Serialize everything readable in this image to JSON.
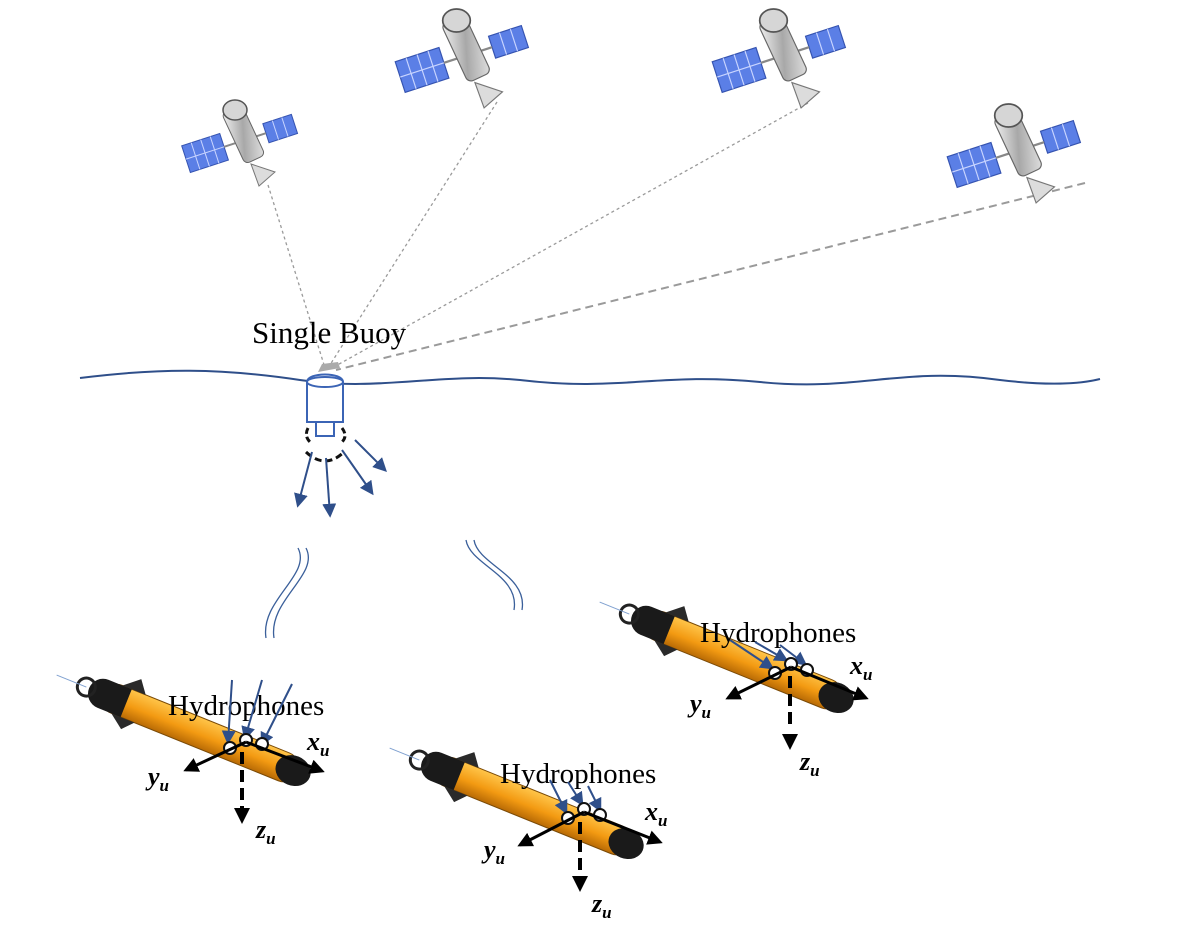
{
  "buoy": {
    "label": "Single Buoy"
  },
  "auvs": [
    {
      "hydrophone_label": "Hydrophones",
      "axes": {
        "x": "x",
        "y": "y",
        "z": "z",
        "subscript": "u"
      }
    },
    {
      "hydrophone_label": "Hydrophones",
      "axes": {
        "x": "x",
        "y": "y",
        "z": "z",
        "subscript": "u"
      }
    },
    {
      "hydrophone_label": "Hydrophones",
      "axes": {
        "x": "x",
        "y": "y",
        "z": "z",
        "subscript": "u"
      }
    }
  ],
  "colors": {
    "sea_line": "#2f4f8a",
    "buoy": "#3b64b5",
    "signal_arrow": "#2f4f8a",
    "auv_body": "#f4a21c",
    "auv_dark": "#1a1a1a",
    "solar_panel": "#5b7fe6",
    "satellite_metal": "#b8b8b8",
    "link_line": "#9a9a9a"
  },
  "icons": [
    "satellite-icon",
    "buoy-icon",
    "auv-icon",
    "hydrophone-icon"
  ]
}
